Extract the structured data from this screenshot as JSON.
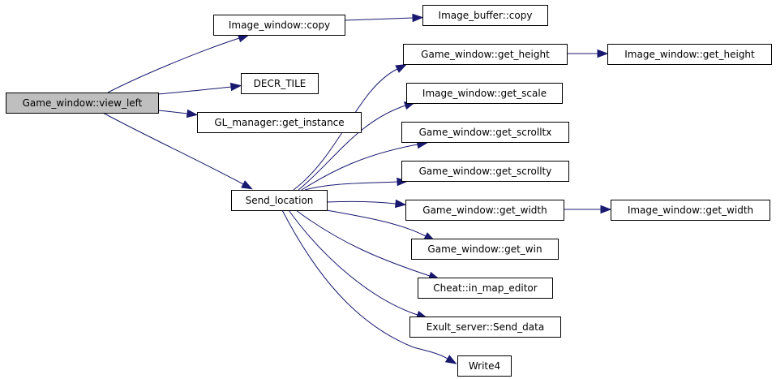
{
  "graph": {
    "type": "call-graph",
    "edge_color": "#191970",
    "root_fill": "#bfbfbf",
    "nodes": [
      {
        "id": "view_left",
        "label": "Game_window::view_left",
        "root": true
      },
      {
        "id": "iw_copy",
        "label": "Image_window::copy"
      },
      {
        "id": "ib_copy",
        "label": "Image_buffer::copy"
      },
      {
        "id": "decr_tile",
        "label": "DECR_TILE"
      },
      {
        "id": "gl_instance",
        "label": "GL_manager::get_instance"
      },
      {
        "id": "send_location",
        "label": "Send_location"
      },
      {
        "id": "gw_get_height",
        "label": "Game_window::get_height"
      },
      {
        "id": "iw_get_height",
        "label": "Image_window::get_height"
      },
      {
        "id": "iw_get_scale",
        "label": "Image_window::get_scale"
      },
      {
        "id": "gw_get_scrolltx",
        "label": "Game_window::get_scrolltx"
      },
      {
        "id": "gw_get_scrollty",
        "label": "Game_window::get_scrollty"
      },
      {
        "id": "gw_get_width",
        "label": "Game_window::get_width"
      },
      {
        "id": "iw_get_width",
        "label": "Image_window::get_width"
      },
      {
        "id": "gw_get_win",
        "label": "Game_window::get_win"
      },
      {
        "id": "cheat_map_editor",
        "label": "Cheat::in_map_editor"
      },
      {
        "id": "exult_send_data",
        "label": "Exult_server::Send_data"
      },
      {
        "id": "write4",
        "label": "Write4"
      }
    ],
    "edges": [
      {
        "from": "view_left",
        "to": "iw_copy"
      },
      {
        "from": "view_left",
        "to": "decr_tile"
      },
      {
        "from": "view_left",
        "to": "gl_instance"
      },
      {
        "from": "view_left",
        "to": "send_location"
      },
      {
        "from": "iw_copy",
        "to": "ib_copy"
      },
      {
        "from": "send_location",
        "to": "gw_get_height"
      },
      {
        "from": "send_location",
        "to": "iw_get_scale"
      },
      {
        "from": "send_location",
        "to": "gw_get_scrolltx"
      },
      {
        "from": "send_location",
        "to": "gw_get_scrollty"
      },
      {
        "from": "send_location",
        "to": "gw_get_width"
      },
      {
        "from": "send_location",
        "to": "gw_get_win"
      },
      {
        "from": "send_location",
        "to": "cheat_map_editor"
      },
      {
        "from": "send_location",
        "to": "exult_send_data"
      },
      {
        "from": "send_location",
        "to": "write4"
      },
      {
        "from": "gw_get_height",
        "to": "iw_get_height"
      },
      {
        "from": "gw_get_width",
        "to": "iw_get_width"
      }
    ]
  }
}
